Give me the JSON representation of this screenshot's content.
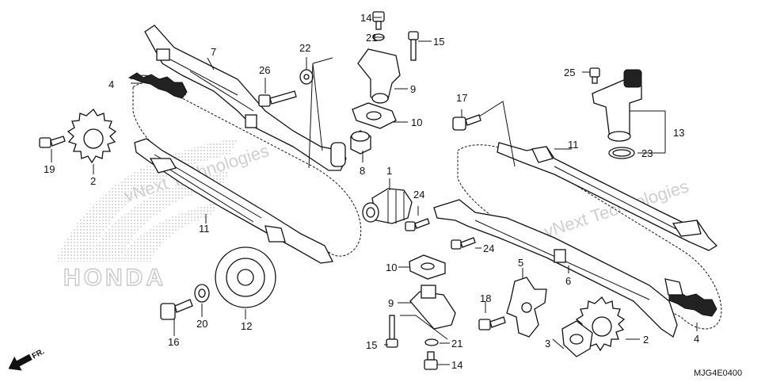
{
  "diagram": {
    "code": "MJG4E0400",
    "front_marker": "FR.",
    "brand_logo": "HONDA",
    "watermarks": [
      "vNext Technologies",
      "vNext Technologies"
    ],
    "labels": [
      "1",
      "2",
      "2",
      "3",
      "4",
      "4",
      "5",
      "6",
      "7",
      "8",
      "9",
      "9",
      "10",
      "10",
      "11",
      "11",
      "12",
      "13",
      "14",
      "14",
      "15",
      "15",
      "16",
      "17",
      "18",
      "19",
      "20",
      "21",
      "21",
      "22",
      "23",
      "24",
      "24",
      "25",
      "26"
    ]
  }
}
